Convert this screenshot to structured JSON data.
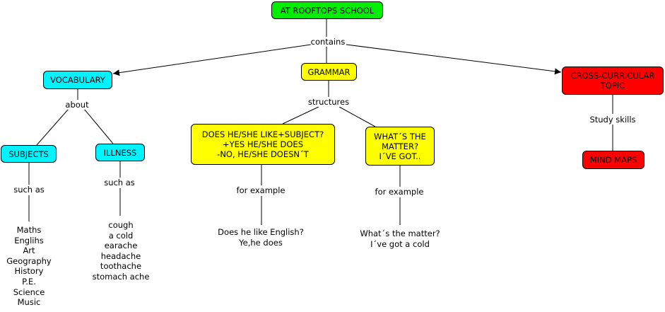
{
  "nodes": {
    "root": "AT ROOFTOPS SCHOOL",
    "vocabulary": "VOCABULARY",
    "grammar": "GRAMMAR",
    "cross": "CROSS-CURRICULAR\nTOPIC",
    "subjects": "SUBJECTS",
    "illness": "ILLNESS",
    "does": "DOES HE/SHE LIKE+SUBJECT?\n+YES HE/SHE DOES\n-NO, HE/SHE DOESN´T",
    "whats": "WHAT´S THE\nMATTER?\nI´VE GOT..",
    "mindmaps": "MIND MAPS"
  },
  "links": {
    "contains": "contains",
    "about": "about",
    "structures": "structures",
    "study": "Study skills",
    "suchas1": "such as",
    "suchas2": "such as",
    "forexample1": "for example",
    "forexample2": "for example"
  },
  "leaves": {
    "subjects_list": "Maths\nEnglihs\nArt\nGeography\nHistory\nP.E.\nScience\nMusic",
    "illness_list": "cough\na cold\nearache\nheadache\ntoothache\nstomach ache",
    "does_example": "Does he like English?\nYe,he does",
    "whats_example": "What´s the matter?\nI´ve got a cold"
  }
}
